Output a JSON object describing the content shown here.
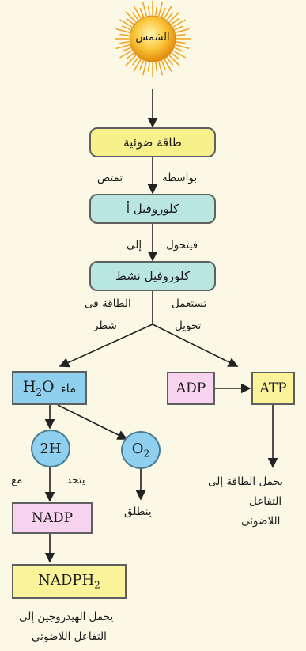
{
  "sun": {
    "label": "الشمس"
  },
  "boxes": {
    "light_energy": "طاقة ضوئية",
    "chlorophyll_a": "كلوروفيل أ",
    "active_chlorophyll": "كلوروفيل نشط",
    "adp": "ADP",
    "atp": "ATP",
    "nadp": "NADP"
  },
  "water": {
    "arabic": "ماء",
    "formula_main": "H",
    "formula_sub": "2",
    "formula_end": "O"
  },
  "hydrogen": "2H",
  "oxygen": {
    "main": "O",
    "sub": "2"
  },
  "nadph": {
    "main": "NADPH",
    "sub": "2"
  },
  "labels": {
    "absorbed": "تمتص",
    "by": "بواسطة",
    "becomes": "فيتحول",
    "to": "إلى",
    "uses": "تستعمل",
    "energy_in": "الطاقة فى",
    "split": "شطر",
    "conversion": "تحويل",
    "combines": "يتحد",
    "with": "مع",
    "released": "ينطلق",
    "atp_carry_1": "يحمل الطاقة إلى",
    "atp_carry_2": "التفاعل",
    "atp_carry_3": "اللاضوئى",
    "h_carry_1": "يحمل الهيدروجين إلى",
    "h_carry_2": "التفاعل اللاضوئى"
  },
  "colors": {
    "background": "#fbf8e6",
    "yellow_box": "#f8f08a",
    "teal_box": "#b9e6df",
    "blue_box": "#8fd0ee",
    "pink_box": "#f7d3ef",
    "sun": "#f6b21a"
  }
}
